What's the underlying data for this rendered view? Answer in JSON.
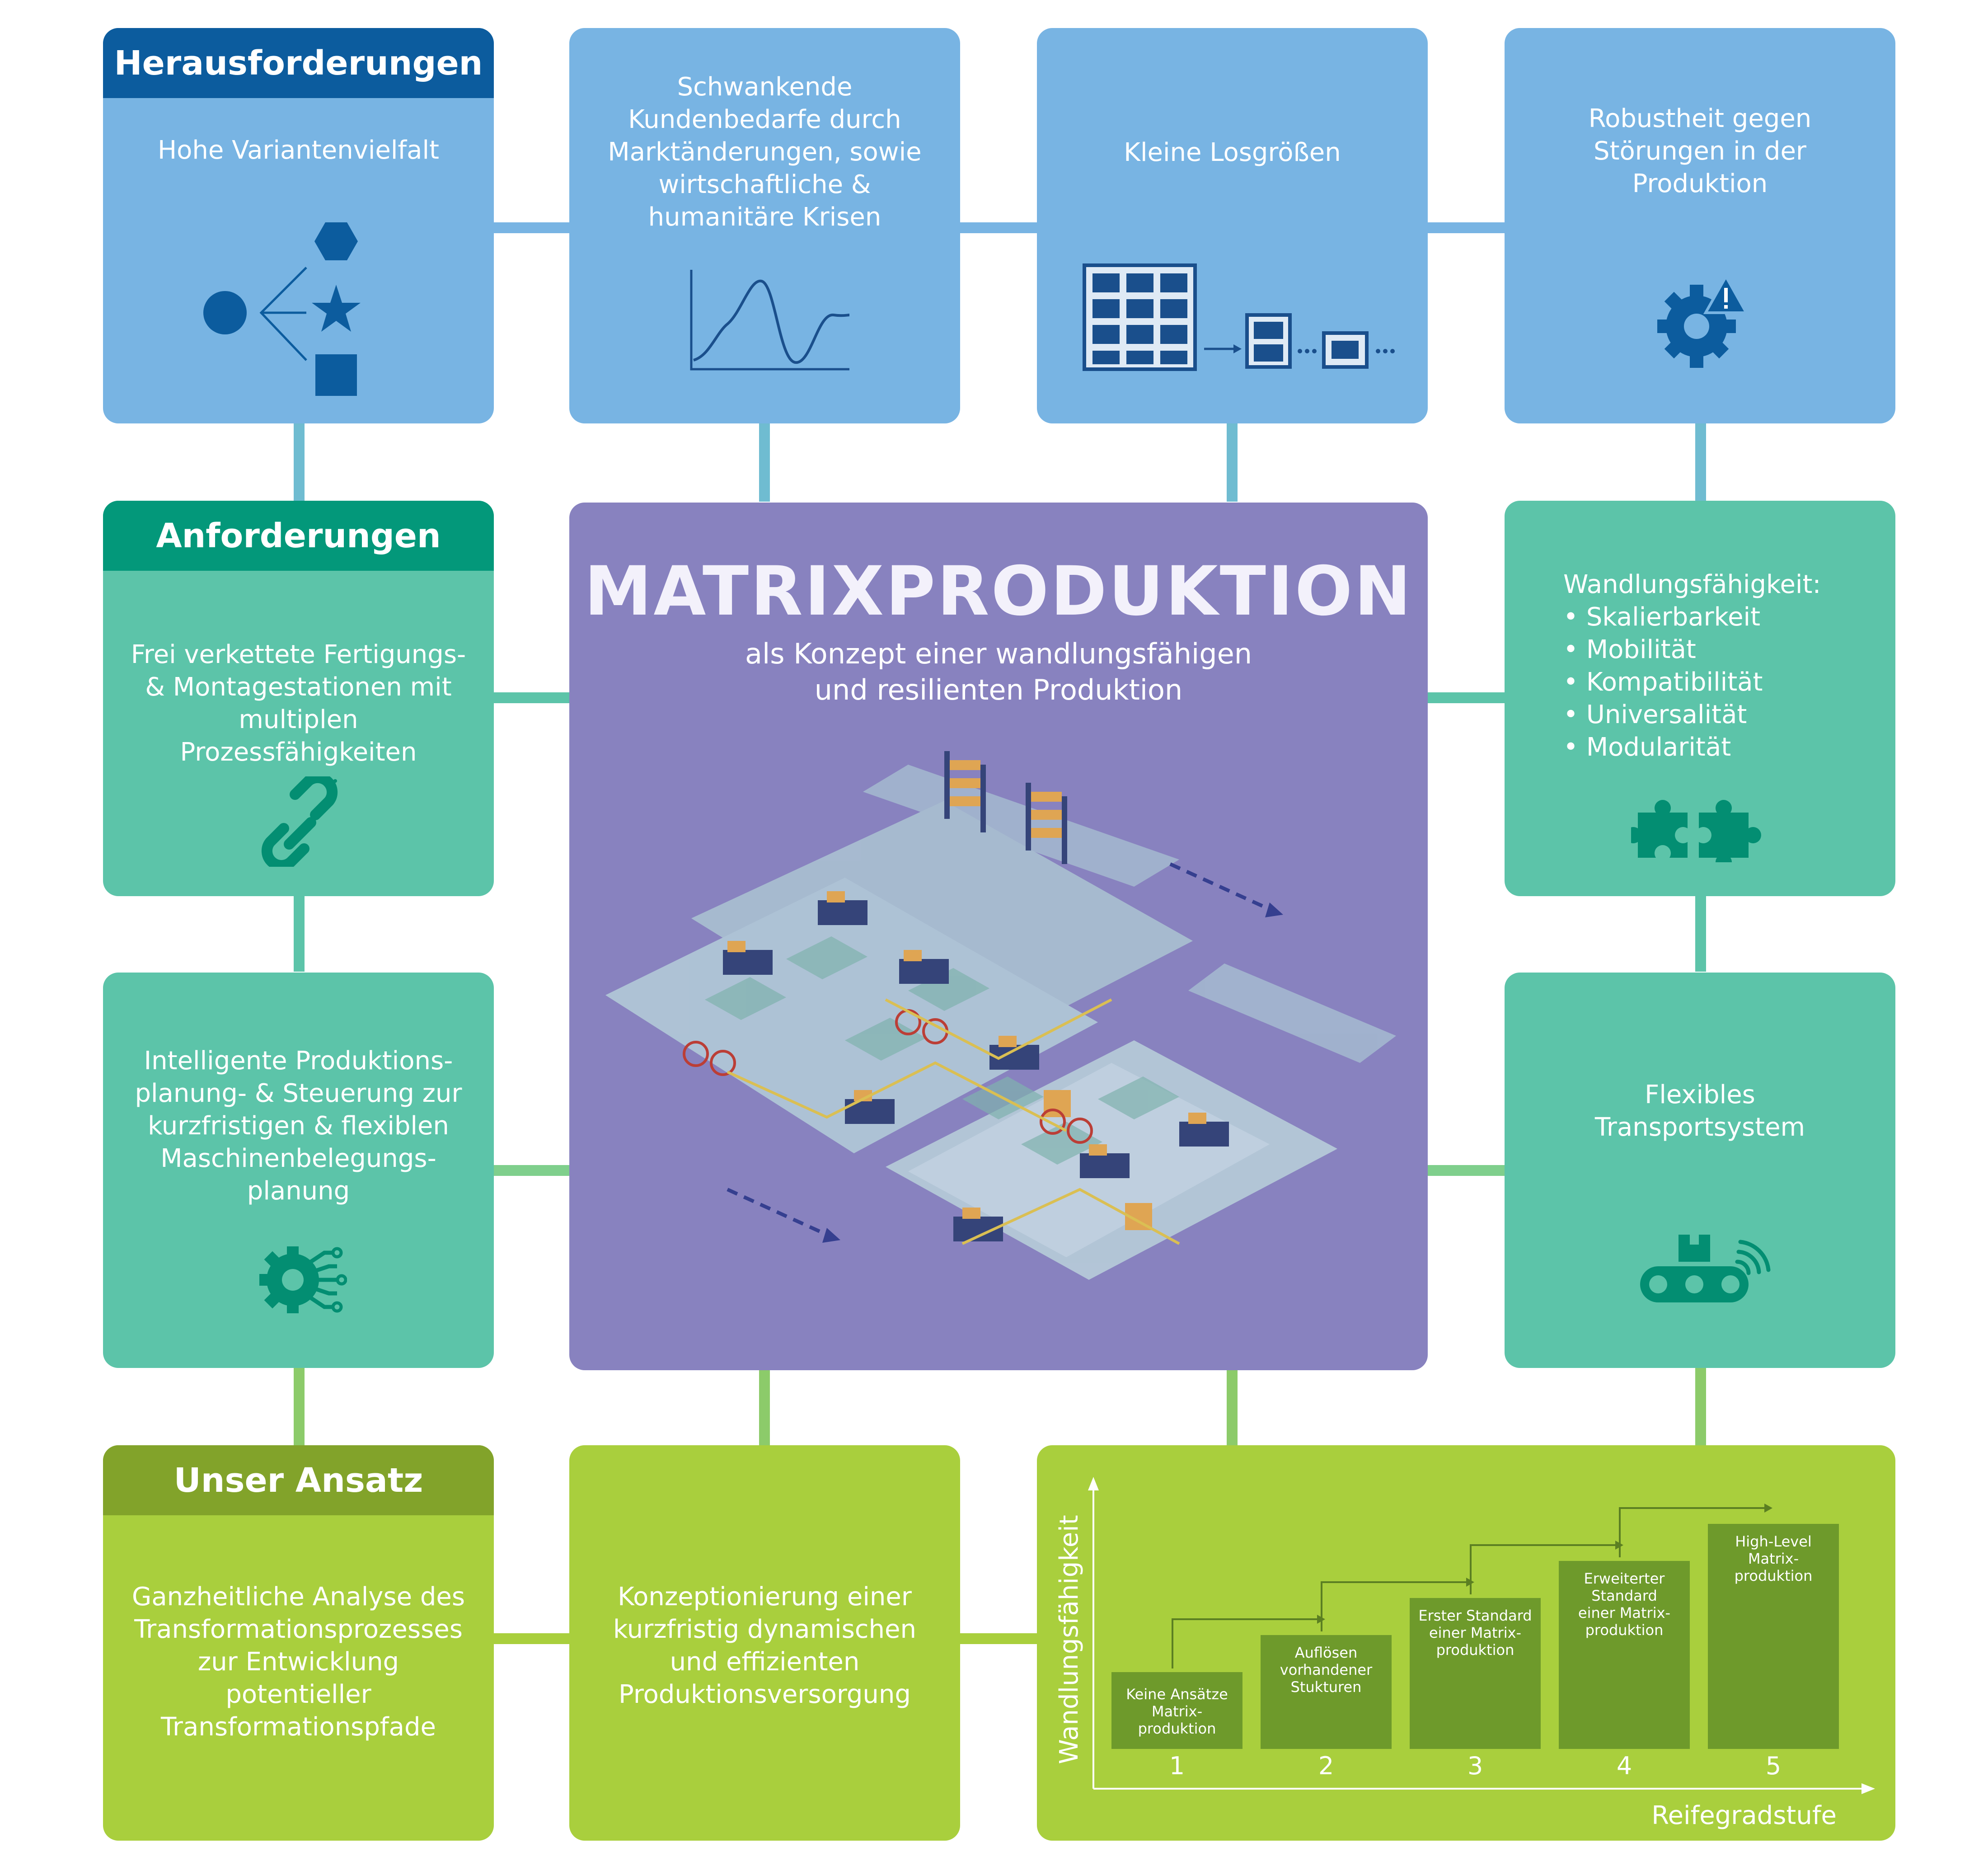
{
  "colors": {
    "blue_tile": "#78b4e3",
    "blue_header": "#0c5c9e",
    "teal_tile": "#5cc4a9",
    "teal_header": "#03987a",
    "green_tile": "#a9cf3d",
    "green_header": "#82a32a",
    "center_tile": "#8882bf",
    "step_box": "#6e9a2b"
  },
  "challenges": {
    "header": "Herausforderungen",
    "t1": "Hohe Variantenvielfalt",
    "t2": "Schwankende\nKundenbedarfe durch\nMarktänderungen, sowie\nwirtschaftliche &\nhumanitäre Krisen",
    "t3": "Kleine Losgrößen",
    "t4": "Robustheit gegen\nStörungen in der\nProduktion"
  },
  "requirements": {
    "header": "Anforderungen",
    "left1": "Frei verkettete Fertigungs-\n& Montagestationen mit\nmultiplen\nProzessfähigkeiten",
    "left2": "Intelligente Produktions-\nplanung- & Steuerung zur\nkurzfristigen & flexiblen\nMaschinenbelegungs-\nplanung",
    "right1_head": "Wandlungsfähigkeit:",
    "right1_items": [
      "Skalierbarkeit",
      "Mobilität",
      "Kompatibilität",
      "Universalität",
      "Modularität"
    ],
    "right2": "Flexibles\nTransportsystem"
  },
  "center": {
    "title": "MATRIXPRODUKTION",
    "subtitle": "als Konzept einer wandlungsfähigen\nund resilienten Produktion"
  },
  "approach": {
    "header": "Unser Ansatz",
    "t1": "Ganzheitliche Analyse des\nTransformationsprozesses\nzur Entwicklung\npotentieller\nTransformationspfade",
    "t2": "Konzeptionierung einer\nkurzfristig dynamischen\nund effizienten\nProduktionsversorgung"
  },
  "maturity_chart": {
    "y_label": "Wandlungsfähigkeit",
    "x_label": "Reifegradstufe",
    "steps": [
      {
        "number": "1",
        "lines": [
          "Keine Ansätze",
          "Matrix-",
          "produktion"
        ]
      },
      {
        "number": "2",
        "lines": [
          "Auflösen",
          "vorhandener",
          "Stukturen"
        ]
      },
      {
        "number": "3",
        "lines": [
          "Erster Standard",
          "einer Matrix-",
          "produktion"
        ]
      },
      {
        "number": "4",
        "lines": [
          "Erweiterter",
          "Standard",
          "einer Matrix-",
          "produktion"
        ]
      },
      {
        "number": "5",
        "lines": [
          "High-Level",
          "Matrix-",
          "produktion"
        ]
      }
    ]
  }
}
